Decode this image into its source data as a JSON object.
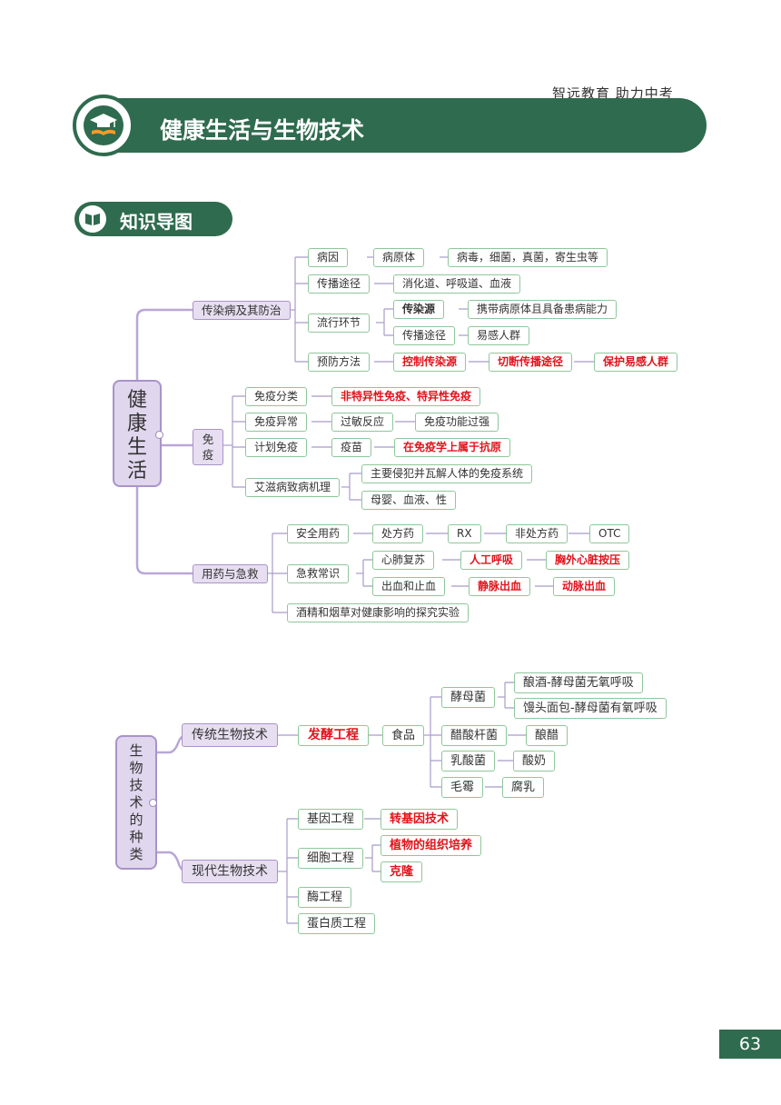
{
  "header": {
    "slogan": "智远教育 助力中考",
    "title": "健康生活与生物技术",
    "section": "知识导图"
  },
  "page_number": "63",
  "map1": {
    "root": [
      "健",
      "康",
      "生",
      "活"
    ],
    "n1": "传染病及其防治",
    "n1_1": "病因",
    "n1_1_1": "病原体",
    "n1_1_2": "病毒，细菌，真菌，寄生虫等",
    "n1_2": "传播途径",
    "n1_2_1": "消化道、呼吸道、血液",
    "n1_3": "流行环节",
    "n1_3_1": "传染源",
    "n1_3_1a": "携带病原体且具备患病能力",
    "n1_3_2": "传播途径",
    "n1_3_2a": "易感人群",
    "n1_4": "预防方法",
    "n1_4_1": "控制传染源",
    "n1_4_2": "切断传播途径",
    "n1_4_3": "保护易感人群",
    "n2": [
      "免",
      "疫"
    ],
    "n2_1": "免疫分类",
    "n2_1_1": "非特异性免疫、特异性免疫",
    "n2_2": "免疫异常",
    "n2_2_1": "过敏反应",
    "n2_2_2": "免疫功能过强",
    "n2_3": "计划免疫",
    "n2_3_1": "疫苗",
    "n2_3_2": "在免疫学上属于抗原",
    "n2_4": "艾滋病致病机理",
    "n2_4_1": "主要侵犯并瓦解人体的免疫系统",
    "n2_4_2": "母婴、血液、性",
    "n3": "用药与急救",
    "n3_1": "安全用药",
    "n3_1_1": "处方药",
    "n3_1_2": "RX",
    "n3_1_3": "非处方药",
    "n3_1_4": "OTC",
    "n3_2": "急救常识",
    "n3_2_1": "心肺复苏",
    "n3_2_1a": "人工呼吸",
    "n3_2_1b": "胸外心脏按压",
    "n3_2_2": "出血和止血",
    "n3_2_2a": "静脉出血",
    "n3_2_2b": "动脉出血",
    "n3_3": "酒精和烟草对健康影响的探究实验"
  },
  "map2": {
    "root": [
      "生",
      "物",
      "技",
      "术",
      "的",
      "种",
      "类"
    ],
    "t1": "传统生物技术",
    "t1_1": "发酵工程",
    "t1_2": "食品",
    "y1": "酵母菌",
    "y1a": "酿酒-酵母菌无氧呼吸",
    "y1b": "馒头面包-酵母菌有氧呼吸",
    "y2": "醋酸杆菌",
    "y2a": "酿醋",
    "y3": "乳酸菌",
    "y3a": "酸奶",
    "y4": "毛霉",
    "y4a": "腐乳",
    "t2": "现代生物技术",
    "m1": "基因工程",
    "m1a": "转基因技术",
    "m2": "细胞工程",
    "m2a": "植物的组织培养",
    "m2b": "克隆",
    "m3": "酶工程",
    "m4": "蛋白质工程"
  }
}
